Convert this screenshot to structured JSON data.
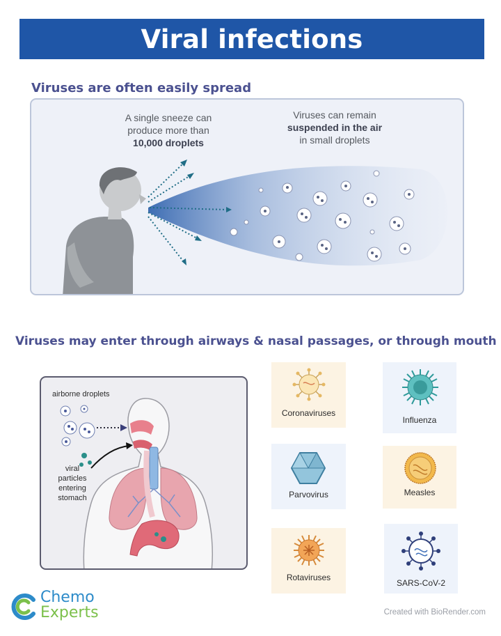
{
  "header": {
    "title": "Viral infections"
  },
  "section1": {
    "heading": "Viruses are often easily spread",
    "sneeze_caption": {
      "line1": "A single sneeze can",
      "line2": "produce more than",
      "line3_bold": "10,000 droplets"
    },
    "air_caption": {
      "line1": "Viruses can remain",
      "line2_bold": "suspended in the air",
      "line3": "in small droplets"
    }
  },
  "section2": {
    "heading": "Viruses may enter through airways & nasal passages, or through mouth",
    "diagram": {
      "droplets_label": "airborne droplets",
      "particles_label": {
        "line1": "viral",
        "line2": "particles",
        "line3": "entering",
        "line4": "stomach"
      }
    },
    "viruses": [
      {
        "name": "Coronaviruses",
        "bg": "#fcf3e3"
      },
      {
        "name": "Influenza",
        "bg": "#eef3fb"
      },
      {
        "name": "Parvovirus",
        "bg": "#eef3fb"
      },
      {
        "name": "Measles",
        "bg": "#fcf3e3"
      },
      {
        "name": "Rotaviruses",
        "bg": "#fcf3e3"
      },
      {
        "name": "SARS-CoV-2",
        "bg": "#eef3fb"
      }
    ]
  },
  "footer": {
    "logo_line1": "Chemo",
    "logo_line2": "Experts",
    "credit": "Created with BioRender.com"
  },
  "colors": {
    "title_bar": "#1f56a7",
    "heading": "#4b5190",
    "logo_blue": "#2d8bc9",
    "logo_green": "#7cc04b"
  }
}
